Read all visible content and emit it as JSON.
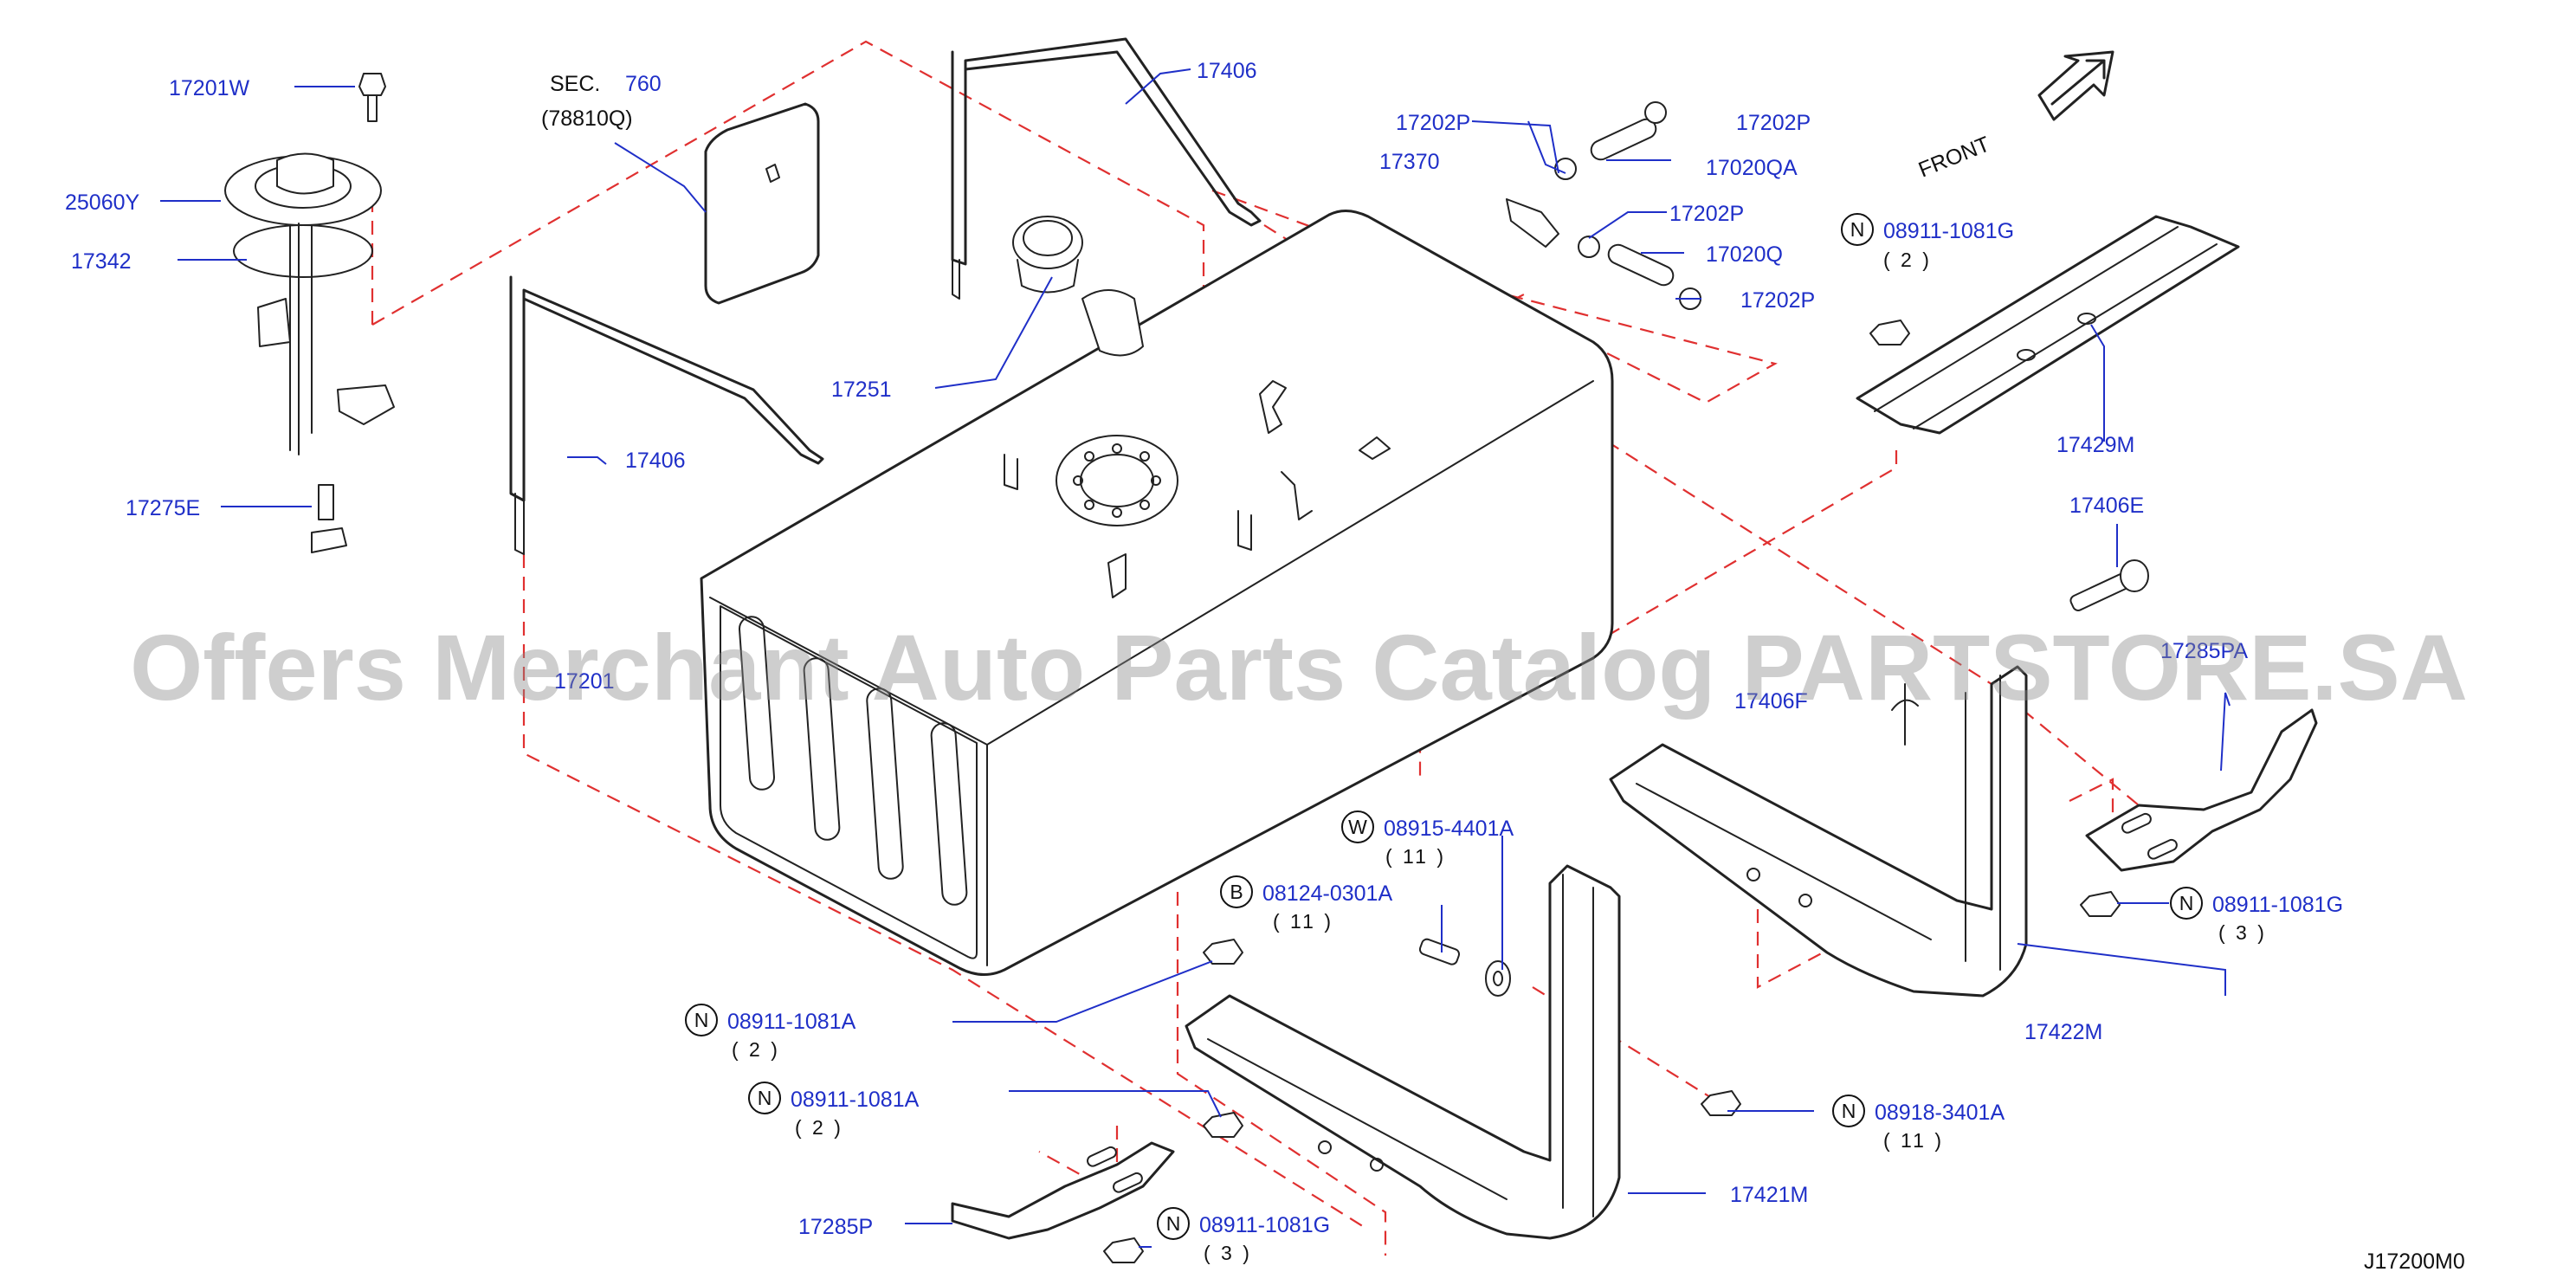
{
  "watermark": "Offers Merchant Auto Parts Catalog PARTSTORE.SA",
  "diagram_code": "J17200M0",
  "front_label": "FRONT",
  "sec_ref": {
    "prefix": "SEC.",
    "number": "760",
    "sub": "(78810Q)"
  },
  "parts": {
    "p17201W": "17201W",
    "p25060Y": "25060Y",
    "p17342": "17342",
    "p17275E": "17275E",
    "p17406_top": "17406",
    "p17406_left": "17406",
    "p17251": "17251",
    "p17201": "17201",
    "p17202P_a": "17202P",
    "p17202P_b": "17202P",
    "p17202P_c": "17202P",
    "p17202P_d": "17202P",
    "p17370": "17370",
    "p17020QA": "17020QA",
    "p17020Q": "17020Q",
    "p17429M": "17429M",
    "p17406E": "17406E",
    "p17285PA": "17285PA",
    "p17406F": "17406F",
    "p17422M": "17422M",
    "p17421M": "17421M",
    "p17285P": "17285P"
  },
  "fasteners": [
    {
      "letter": "N",
      "code": "08911-1081G",
      "qty": "( 2 )"
    },
    {
      "letter": "N",
      "code": "08911-1081G",
      "qty": "( 3 )"
    },
    {
      "letter": "W",
      "code": "08915-4401A",
      "qty": "( 11 )"
    },
    {
      "letter": "B",
      "code": "08124-0301A",
      "qty": "( 11 )"
    },
    {
      "letter": "N",
      "code": "08911-1081A",
      "qty": "( 2 )"
    },
    {
      "letter": "N",
      "code": "08911-1081A",
      "qty": "( 2 )"
    },
    {
      "letter": "N",
      "code": "08918-3401A",
      "qty": "( 11 )"
    },
    {
      "letter": "N",
      "code": "08911-1081G",
      "qty": "( 3 )"
    }
  ]
}
